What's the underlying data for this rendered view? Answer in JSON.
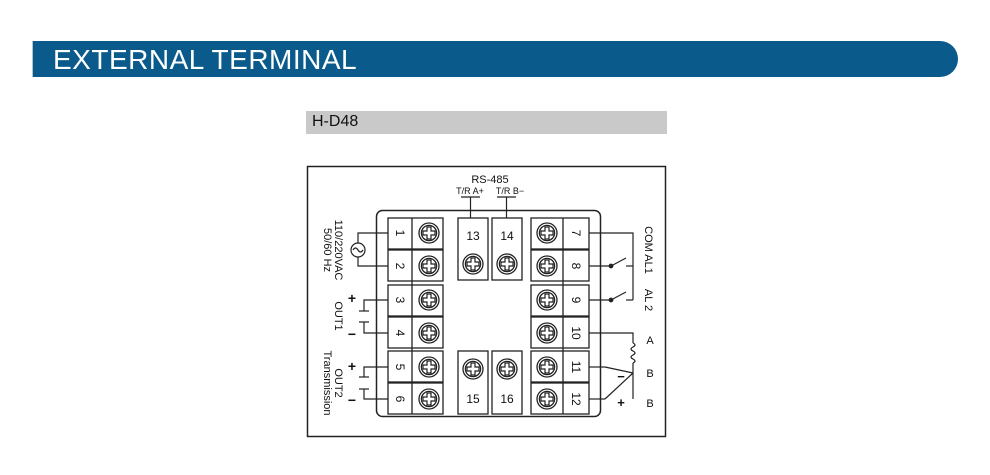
{
  "banner": {
    "title": "EXTERNAL TERMINAL"
  },
  "model": {
    "name": "H-D48"
  },
  "diagram": {
    "rs485_label": "RS-485",
    "tr_a_label": "T/R A+",
    "tr_b_label": "T/R B−",
    "power_label_line1": "110/220VAC",
    "power_label_line2": "50/60 Hz",
    "out1_label": "OUT1",
    "out2_label_line1": "OUT2",
    "out2_label_line2": "Transmission",
    "com_al1_label": "COM AL1",
    "al2_label": "AL 2",
    "rtd_a_label": "A",
    "rtd_b1_label": "B",
    "rtd_b2_label": "B",
    "plus_sign": "+",
    "minus_sign": "−",
    "terminals": [
      "1",
      "2",
      "3",
      "4",
      "5",
      "6",
      "7",
      "8",
      "9",
      "10",
      "11",
      "12",
      "13",
      "14",
      "15",
      "16"
    ]
  }
}
